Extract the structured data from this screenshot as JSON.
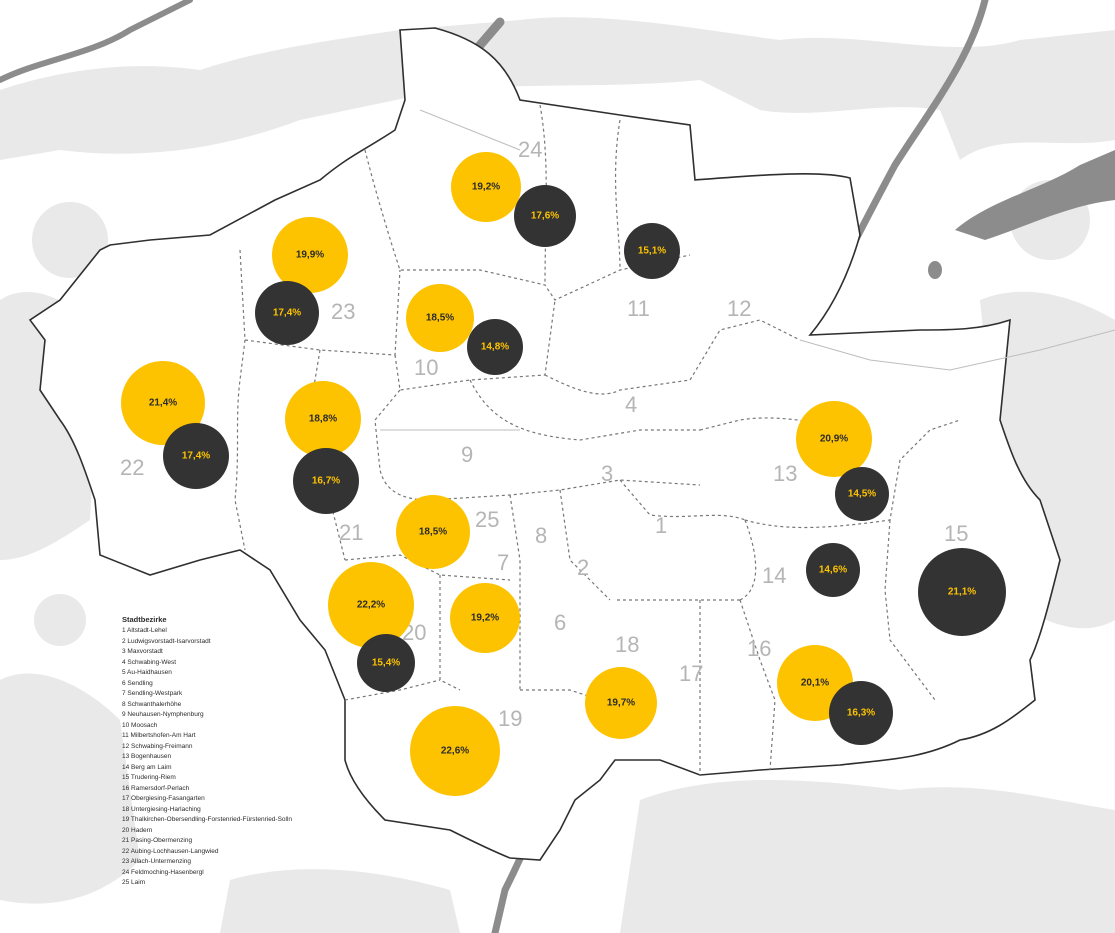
{
  "colors": {
    "background": "#ffffff",
    "landmass": "#e9e9e9",
    "water": "#8c8c8c",
    "city_fill": "#ffffff",
    "city_outline": "#2f2f2f",
    "district_border": "#777777",
    "district_number": "#b5b5b5",
    "yellow_bubble": "#fdc300",
    "yellow_text": "#2b2b2b",
    "dark_bubble": "#333333",
    "dark_text": "#fdc300"
  },
  "district_numbers": [
    {
      "id": "d1",
      "label": "1"
    },
    {
      "id": "d2",
      "label": "2"
    },
    {
      "id": "d3",
      "label": "3"
    },
    {
      "id": "d4",
      "label": "4"
    },
    {
      "id": "d6",
      "label": "6"
    },
    {
      "id": "d7",
      "label": "7"
    },
    {
      "id": "d8",
      "label": "8"
    },
    {
      "id": "d9",
      "label": "9"
    },
    {
      "id": "d10",
      "label": "10"
    },
    {
      "id": "d11",
      "label": "11"
    },
    {
      "id": "d12",
      "label": "12"
    },
    {
      "id": "d13",
      "label": "13"
    },
    {
      "id": "d14",
      "label": "14"
    },
    {
      "id": "d15",
      "label": "15"
    },
    {
      "id": "d16",
      "label": "16"
    },
    {
      "id": "d17",
      "label": "17"
    },
    {
      "id": "d18",
      "label": "18"
    },
    {
      "id": "d19",
      "label": "19"
    },
    {
      "id": "d20",
      "label": "20"
    },
    {
      "id": "d21",
      "label": "21"
    },
    {
      "id": "d22",
      "label": "22"
    },
    {
      "id": "d23",
      "label": "23"
    },
    {
      "id": "d24",
      "label": "24"
    },
    {
      "id": "d25",
      "label": "25"
    }
  ],
  "bubbles": [
    {
      "id": "b24y",
      "style": "yellow",
      "value": 19.2,
      "label": "19,2%"
    },
    {
      "id": "b24d",
      "style": "dark",
      "value": 17.6,
      "label": "17,6%"
    },
    {
      "id": "b11d",
      "style": "dark",
      "value": 15.1,
      "label": "15,1%"
    },
    {
      "id": "b23y",
      "style": "yellow",
      "value": 19.9,
      "label": "19,9%"
    },
    {
      "id": "b23d",
      "style": "dark",
      "value": 17.4,
      "label": "17,4%"
    },
    {
      "id": "b10y",
      "style": "yellow",
      "value": 18.5,
      "label": "18,5%"
    },
    {
      "id": "b10d",
      "style": "dark",
      "value": 14.8,
      "label": "14,8%"
    },
    {
      "id": "b22y",
      "style": "yellow",
      "value": 21.4,
      "label": "21,4%"
    },
    {
      "id": "b22d",
      "style": "dark",
      "value": 17.4,
      "label": "17,4%"
    },
    {
      "id": "b21y",
      "style": "yellow",
      "value": 18.8,
      "label": "18,8%"
    },
    {
      "id": "b21d",
      "style": "dark",
      "value": 16.7,
      "label": "16,7%"
    },
    {
      "id": "b25y",
      "style": "yellow",
      "value": 18.5,
      "label": "18,5%"
    },
    {
      "id": "b13y",
      "style": "yellow",
      "value": 20.9,
      "label": "20,9%"
    },
    {
      "id": "b13d",
      "style": "dark",
      "value": 14.5,
      "label": "14,5%"
    },
    {
      "id": "b14d",
      "style": "dark",
      "value": 14.6,
      "label": "14,6%"
    },
    {
      "id": "b15d",
      "style": "dark",
      "value": 21.1,
      "label": "21,1%"
    },
    {
      "id": "b20y",
      "style": "yellow",
      "value": 22.2,
      "label": "22,2%"
    },
    {
      "id": "b20d",
      "style": "dark",
      "value": 15.4,
      "label": "15,4%"
    },
    {
      "id": "b7y",
      "style": "yellow",
      "value": 19.2,
      "label": "19,2%"
    },
    {
      "id": "b18y",
      "style": "yellow",
      "value": 19.7,
      "label": "19,7%"
    },
    {
      "id": "b16y",
      "style": "yellow",
      "value": 20.1,
      "label": "20,1%"
    },
    {
      "id": "b16d",
      "style": "dark",
      "value": 16.3,
      "label": "16,3%"
    },
    {
      "id": "b19y",
      "style": "yellow",
      "value": 22.6,
      "label": "22,6%"
    }
  ],
  "legend": {
    "title": "Stadtbezirke",
    "items": [
      "1  Altstadt-Lehel",
      "2  Ludwigsvorstadt-Isarvorstadt",
      "3  Maxvorstadt",
      "4  Schwabing-West",
      "5  Au-Haidhausen",
      "6  Sendling",
      "7  Sendling-Westpark",
      "8  Schwanthalerhöhe",
      "9  Neuhausen-Nymphenburg",
      "10  Moosach",
      "11  Milbertshofen-Am Hart",
      "12  Schwabing-Freimann",
      "13  Bogenhausen",
      "14  Berg am Laim",
      "15  Trudering-Riem",
      "16  Ramersdorf-Perlach",
      "17  Obergiesing-Fasangarten",
      "18  Untergiesing-Harlaching",
      "19  Thalkirchen-Obersendling-Forstenried-Fürstenried-Solln",
      "20  Hadern",
      "21  Pasing-Obermenzing",
      "22  Aubing-Lochhausen-Langwied",
      "23  Allach-Untermenzing",
      "24  Feldmoching-Hasenbergl",
      "25  Laim"
    ]
  }
}
